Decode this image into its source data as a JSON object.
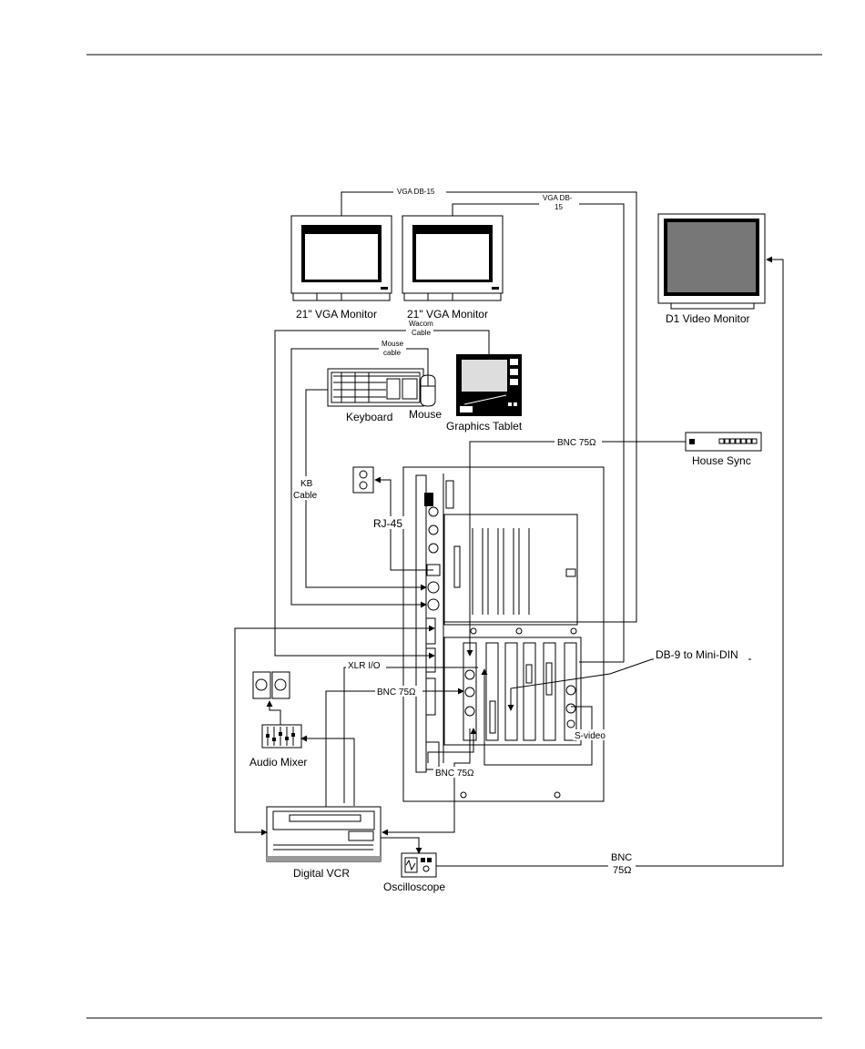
{
  "devices": {
    "monitor_left": "21\" VGA Monitor",
    "monitor_right": "21\" VGA Monitor",
    "d1_monitor": "D1 Video Monitor",
    "keyboard": "Keyboard",
    "mouse": "Mouse",
    "graphics_tablet": "Graphics Tablet",
    "house_sync": "House Sync",
    "audio_mixer": "Audio Mixer",
    "digital_vcr": "Digital VCR",
    "oscilloscope": "Oscilloscope"
  },
  "cables": {
    "vga_left": "VGA DB-15",
    "vga_right_line1": "VGA DB-",
    "vga_right_line2": "15",
    "wacom_line1": "Wacom",
    "wacom_line2": "Cable",
    "mouse_cable_line1": "Mouse",
    "mouse_cable_line2": "cable",
    "kb_cable_line1": "KB",
    "kb_cable_line2": "Cable",
    "rj45": "RJ-45",
    "bnc_house": "BNC 75Ω",
    "xlr": "XLR I/O",
    "bnc_vcr": "BNC 75Ω",
    "db9_minidin": "DB-9 to Mini-DIN",
    "s_video": "S-video",
    "bnc_bottom": "BNC 75Ω",
    "bnc_d1_line1": "BNC",
    "bnc_d1_line2": "75Ω"
  }
}
